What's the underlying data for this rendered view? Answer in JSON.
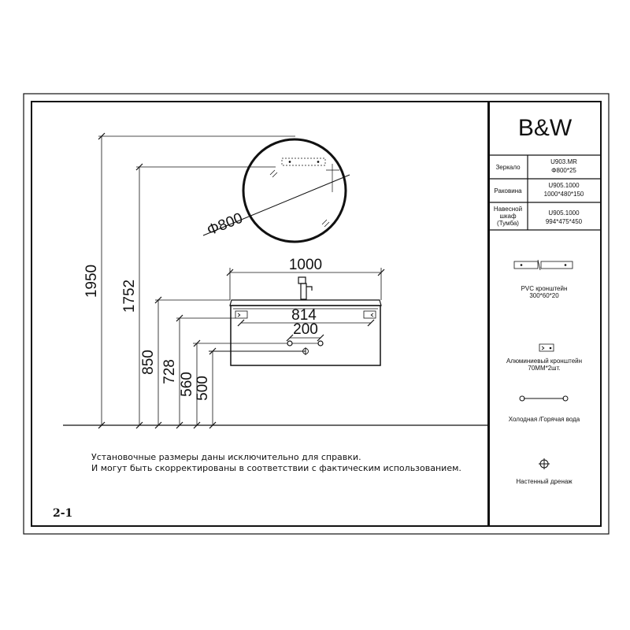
{
  "brand": {
    "logo": "B&W"
  },
  "components": [
    {
      "label": "Зеркало",
      "spec_line1": "U903.MR",
      "spec_line2": "Φ800*25"
    },
    {
      "label": "Раковина",
      "spec_line1": "U905.1000",
      "spec_line2": "1000*480*150"
    },
    {
      "label_line1": "Навесной",
      "label_line2": "шкаф",
      "label_line3": "(Тумба)",
      "spec_line1": "U905.1000",
      "spec_line2": "994*475*450"
    }
  ],
  "legend": {
    "pvc_bracket_line1": "PVC кронштейн",
    "pvc_bracket_line2": "300*60*20",
    "alu_bracket_line1": "Алюминиевый кронштейн",
    "alu_bracket_line2": "70MM*2шт.",
    "water": "Холодная /Горячая вода",
    "drain": "Настенный дренаж"
  },
  "dimensions": {
    "mirror_diameter": "Φ800",
    "width_1000": "1000",
    "width_814": "814",
    "width_200": "200",
    "height_1950": "1950",
    "height_1752": "1752",
    "height_850": "850",
    "height_728": "728",
    "height_560": "560",
    "height_500": "500"
  },
  "notes": {
    "line1": "Установочные размеры даны исключительно для справки.",
    "line2": "И могут быть скорректированы в соответствии с фактическим использованием."
  },
  "page_label": "2-1"
}
